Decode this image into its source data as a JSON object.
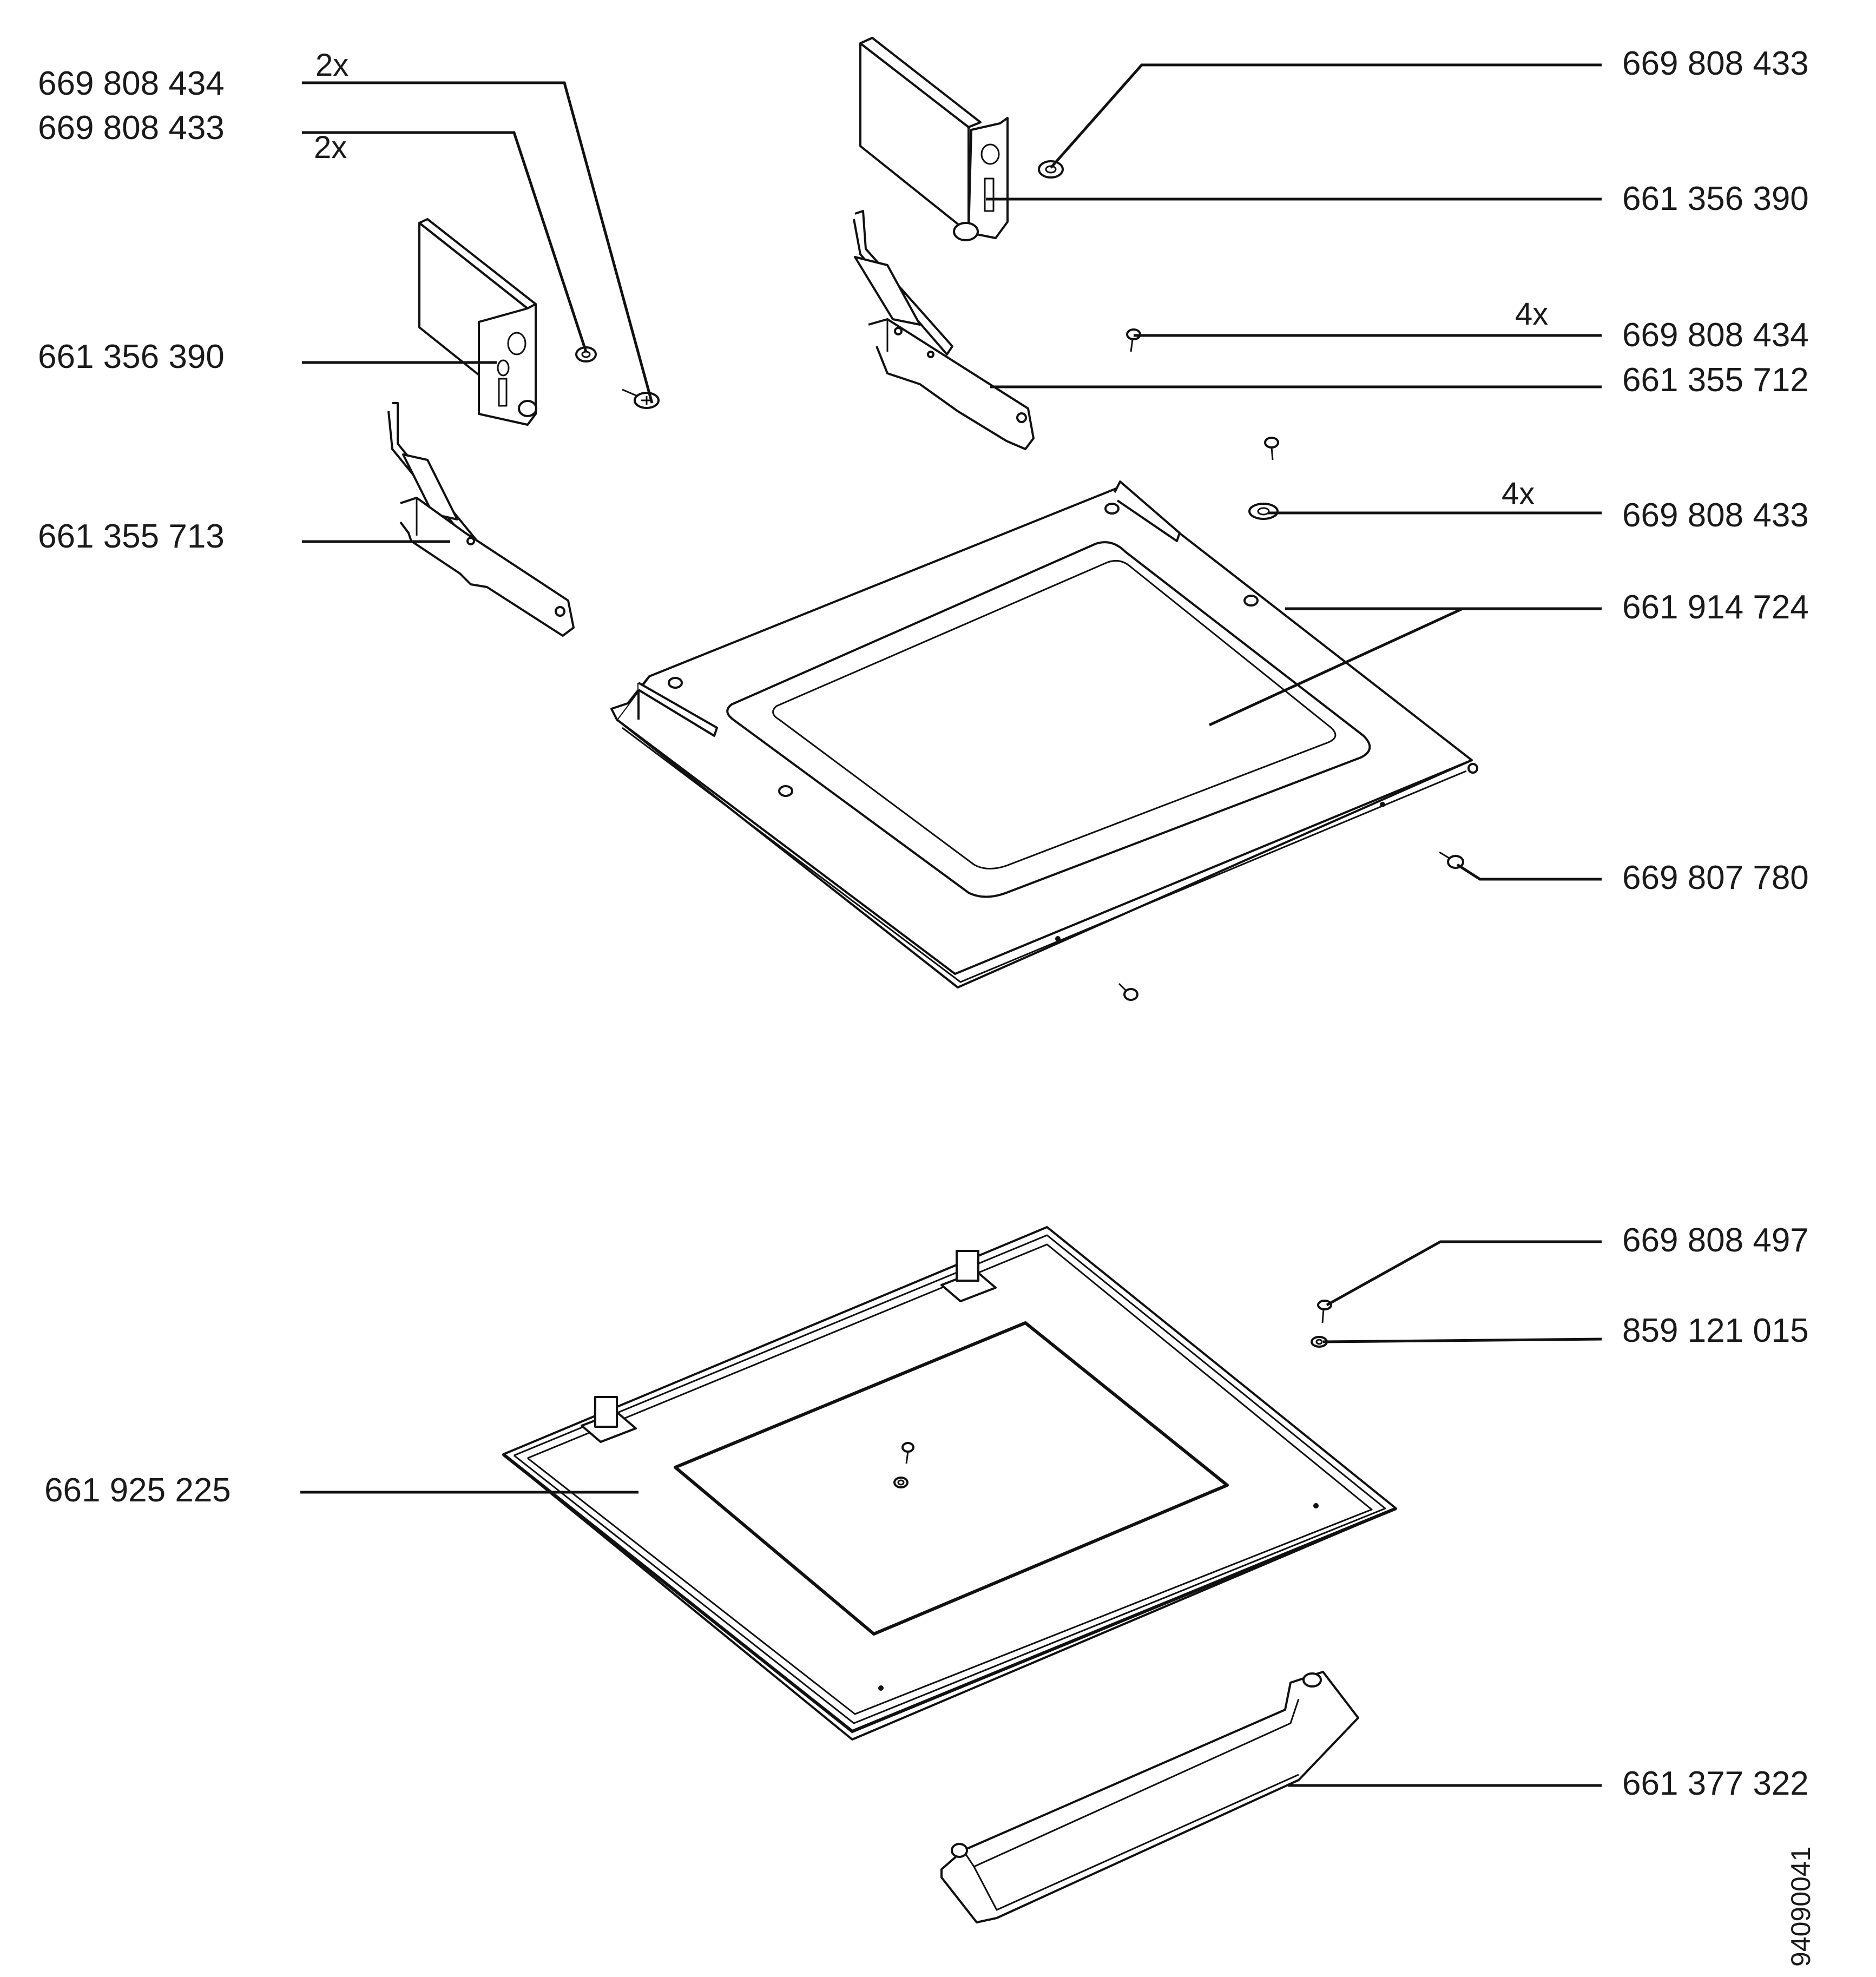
{
  "callouts": {
    "tl_screw": {
      "part_no": "669 808 434",
      "qty": "2x"
    },
    "tl_washer": {
      "part_no": "669 808 433",
      "qty": "2x"
    },
    "left_hinge_cover": {
      "part_no": "661 356 390"
    },
    "left_hinge": {
      "part_no": "661 355 713"
    },
    "tr_washer": {
      "part_no": "669 808 433"
    },
    "right_hinge_cover": {
      "part_no": "661 356 390"
    },
    "right_screws": {
      "part_no": "669 808 434",
      "qty": "4x"
    },
    "right_hinge": {
      "part_no": "661 355 712"
    },
    "right_washers": {
      "part_no": "669 808 433",
      "qty": "4x"
    },
    "inner_door": {
      "part_no": "661 914 724"
    },
    "side_screw": {
      "part_no": "669 807 780"
    },
    "glass_screw": {
      "part_no": "669 808 497"
    },
    "glass_washer": {
      "part_no": "859 121 015"
    },
    "outer_door_glass": {
      "part_no": "661 925 225"
    },
    "handle": {
      "part_no": "661 377 322"
    }
  },
  "document_id": "94090041"
}
